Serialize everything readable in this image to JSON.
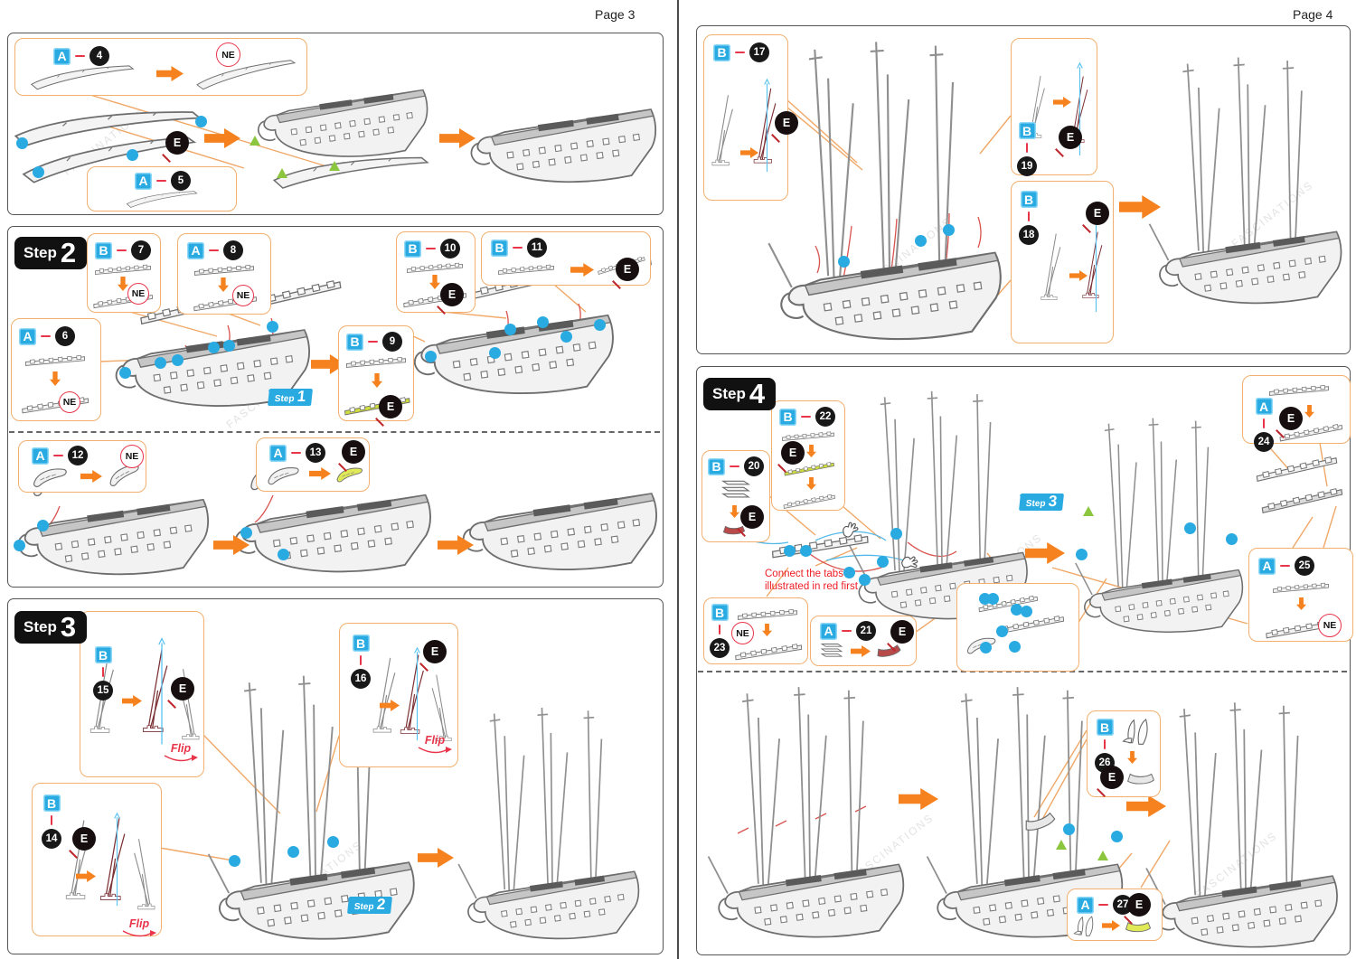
{
  "labels": {
    "ne": "NE",
    "e": "E",
    "flip": "Flip"
  },
  "watermark": "FASCINATIONS",
  "colors": {
    "accent_orange": "#F5821F",
    "callout_border": "#F2AF6E",
    "label_cyan": "#29ABE2",
    "marker_red": "#E8354A",
    "note_red": "#ED1C24",
    "badge_black": "#181818"
  },
  "page3": {
    "label": "Page 3",
    "steps": {
      "s2": {
        "word": "Step",
        "num": "2"
      },
      "s3": {
        "word": "Step",
        "num": "3"
      }
    },
    "badges": {
      "step1": {
        "word": "Step",
        "num": "1"
      },
      "step2": {
        "word": "Step",
        "num": "2"
      }
    },
    "callouts": {
      "a4": {
        "letter": "A",
        "num": "4"
      },
      "a5": {
        "letter": "A",
        "num": "5"
      },
      "b7": {
        "letter": "B",
        "num": "7"
      },
      "a8": {
        "letter": "A",
        "num": "8"
      },
      "b10": {
        "letter": "B",
        "num": "10"
      },
      "b11": {
        "letter": "B",
        "num": "11"
      },
      "a6": {
        "letter": "A",
        "num": "6"
      },
      "b9": {
        "letter": "B",
        "num": "9"
      },
      "a12": {
        "letter": "A",
        "num": "12"
      },
      "a13": {
        "letter": "A",
        "num": "13"
      },
      "b15": {
        "letter": "B",
        "num": "15"
      },
      "b16": {
        "letter": "B",
        "num": "16"
      },
      "b14": {
        "letter": "B",
        "num": "14"
      }
    }
  },
  "page4": {
    "label": "Page 4",
    "steps": {
      "s4": {
        "word": "Step",
        "num": "4"
      }
    },
    "badges": {
      "step3": {
        "word": "Step",
        "num": "3"
      }
    },
    "note": {
      "line1": "Connect the tabs",
      "line2": "illustrated in red first"
    },
    "callouts": {
      "b17": {
        "letter": "B",
        "num": "17"
      },
      "b19": {
        "letter": "B",
        "num": "19"
      },
      "b18": {
        "letter": "B",
        "num": "18"
      },
      "b22": {
        "letter": "B",
        "num": "22"
      },
      "b20": {
        "letter": "B",
        "num": "20"
      },
      "b23": {
        "letter": "B",
        "num": "23"
      },
      "a21": {
        "letter": "A",
        "num": "21"
      },
      "a24": {
        "letter": "A",
        "num": "24"
      },
      "a25": {
        "letter": "A",
        "num": "25"
      },
      "b26": {
        "letter": "B",
        "num": "26"
      },
      "a27": {
        "letter": "A",
        "num": "27"
      }
    }
  }
}
